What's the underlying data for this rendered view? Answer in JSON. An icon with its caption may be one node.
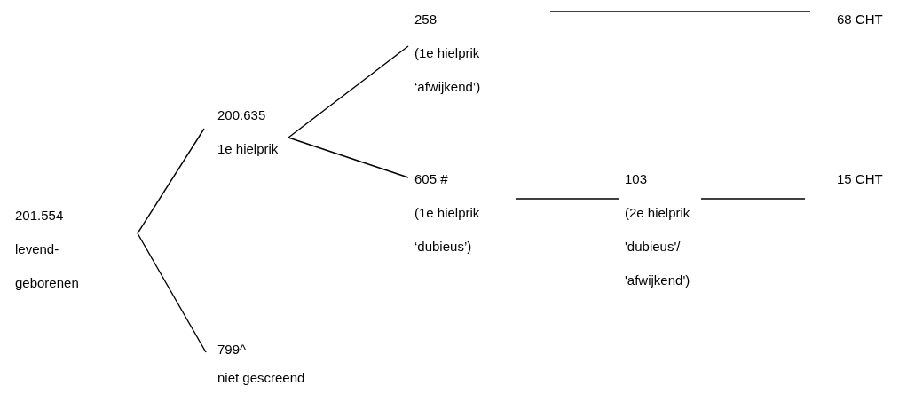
{
  "diagram": {
    "nodes": [
      {
        "text": [
          "201.554",
          "levend- geborenen"
        ]
      },
      {
        "text": [
          "200.635",
          "1e hielprik"
        ]
      },
      {
        "text": [
          "799^",
          "niet gescreend"
        ]
      },
      {
        "text": [
          "258",
          "(1e hielprik ‘afwijkend’)"
        ]
      },
      {
        "text": [
          "605 #",
          "(1e hielprik ‘dubieus’)"
        ]
      },
      {
        "text": [
          "68 CHT"
        ]
      },
      {
        "text": [
          "103",
          "(2e hielprik 'dubieus'/ 'afwijkend')"
        ]
      },
      {
        "text": [
          "15 CHT"
        ]
      }
    ],
    "edges": [
      {
        "from": 0,
        "to": 1,
        "arrow": "none"
      },
      {
        "from": 0,
        "to": 2,
        "arrow": "none"
      },
      {
        "from": 1,
        "to": 3,
        "arrow": "none"
      },
      {
        "from": 1,
        "to": 4,
        "arrow": "none"
      },
      {
        "from": 3,
        "to": 5,
        "arrow": "none"
      },
      {
        "from": 4,
        "to": 6,
        "arrow": "none"
      },
      {
        "from": 6,
        "to": 7,
        "arrow": "none"
      }
    ]
  }
}
